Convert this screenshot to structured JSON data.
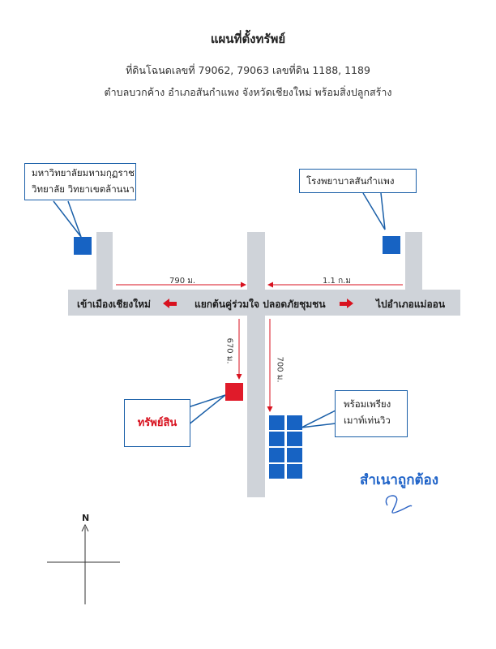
{
  "header": {
    "title": "แผนที่ตั้งทรัพย์",
    "line1": "ที่ดินโฉนดเลขที่ 79062, 79063 เลขที่ดิน 1188, 1189",
    "line2": "ตำบลบวกค้าง อำเภอสันกำแพง จังหวัดเชียงใหม่ พร้อมสิ่งปลูกสร้าง"
  },
  "landmarks": {
    "university_line1": "มหาวิทยาลัยมหามกุฏราช",
    "university_line2": "วิทยาลัย วิทยาเขตล้านนา",
    "hospital": "โรงพยาบาลสันกำแพง",
    "property": "ทรัพย์สิน",
    "buildings_line1": "พร้อมเพรียง",
    "buildings_line2": "เมาท์เท่นวิว"
  },
  "roads": {
    "left_label": "เข้าเมืองเชียงใหม่",
    "junction_label": "แยกต้นคู่ร่วมใจ ปลอดภัยชุมชน",
    "right_label": "ไปอำเภอแม่ออน"
  },
  "distances": {
    "west": "790 ม.",
    "east": "1.1 ก.ม",
    "south_property": "670 ม.",
    "south_buildings": "700 ม."
  },
  "compass": {
    "north": "N"
  },
  "stamp": {
    "certified": "สำเนาถูกต้อง"
  },
  "colors": {
    "road": "#cfd3d9",
    "landmark_blue": "#1763c3",
    "property_red": "#e01b2a",
    "arrow_red": "#d8121f",
    "callout_border": "#1a5fa8"
  }
}
